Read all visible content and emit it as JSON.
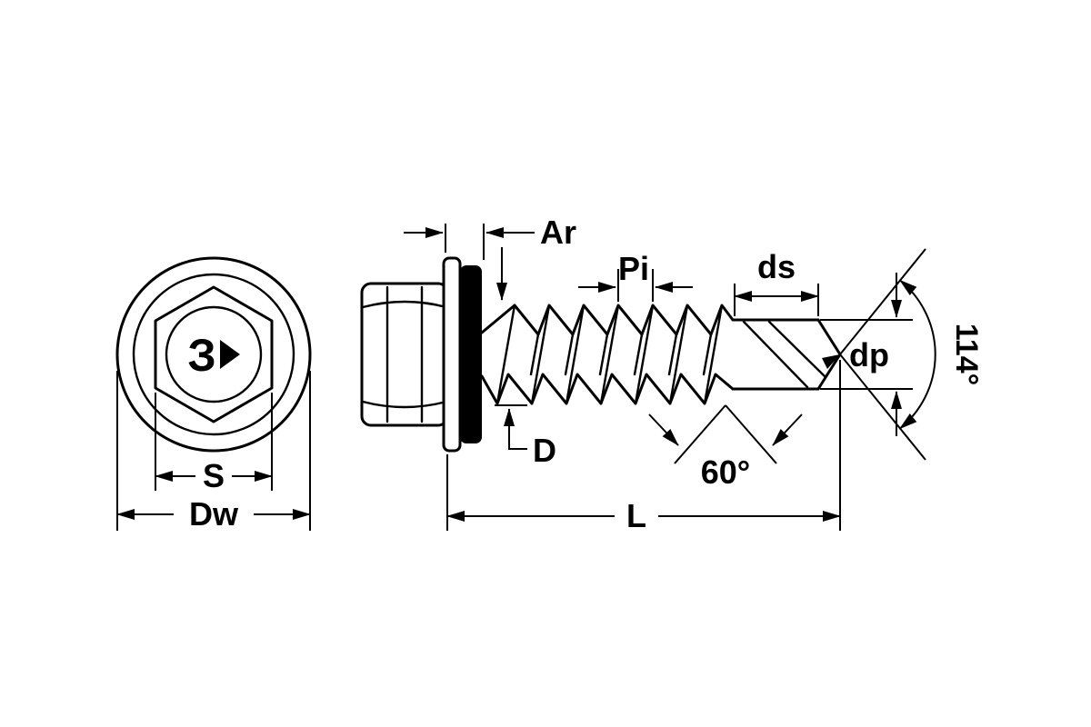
{
  "diagram": {
    "description": "Technical dimension drawing of a hex washer head self-drilling screw with sealing washer: front view (left) and side view (right)",
    "background_color": "#ffffff",
    "line_color": "#000000",
    "seal_fill_color": "#000000",
    "brand_mark": "З",
    "front_view": {
      "s_label": "S",
      "dw_label": "Dw"
    },
    "side_view": {
      "ar_label": "Ar",
      "pi_label": "Pi",
      "ds_label": "ds",
      "dp_label": "dp",
      "point_angle_label": "114°",
      "d_label": "D",
      "thread_angle_label": "60°",
      "l_label": "L"
    }
  }
}
